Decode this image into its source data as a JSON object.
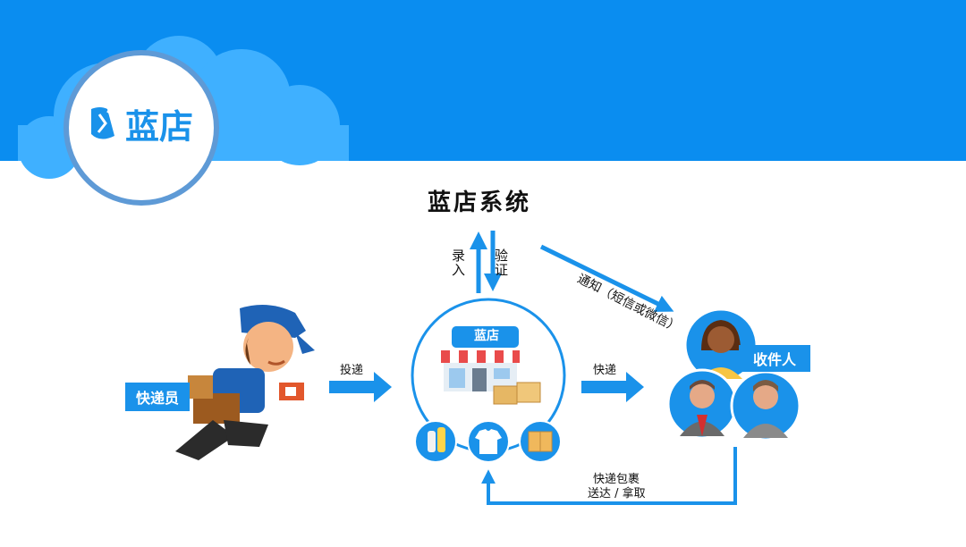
{
  "logo": {
    "brand_name": "蓝店"
  },
  "system": {
    "title": "蓝店系统"
  },
  "arrows": {
    "input_label": "录入",
    "verify_label": "验证",
    "notify_label": "通知（短信或微信）",
    "deliver_label": "投递",
    "express_label": "快递",
    "return_label_line1": "快递包裹",
    "return_label_line2": "送达 / 拿取"
  },
  "roles": {
    "courier": "快递员",
    "recipient": "收件人"
  },
  "store": {
    "sign_text": "蓝店"
  },
  "colors": {
    "primary_blue": "#1a92ea",
    "header_blue": "#0a8df0",
    "cloud_blue": "#3fb0ff",
    "logo_ring": "#5e9ad6"
  }
}
